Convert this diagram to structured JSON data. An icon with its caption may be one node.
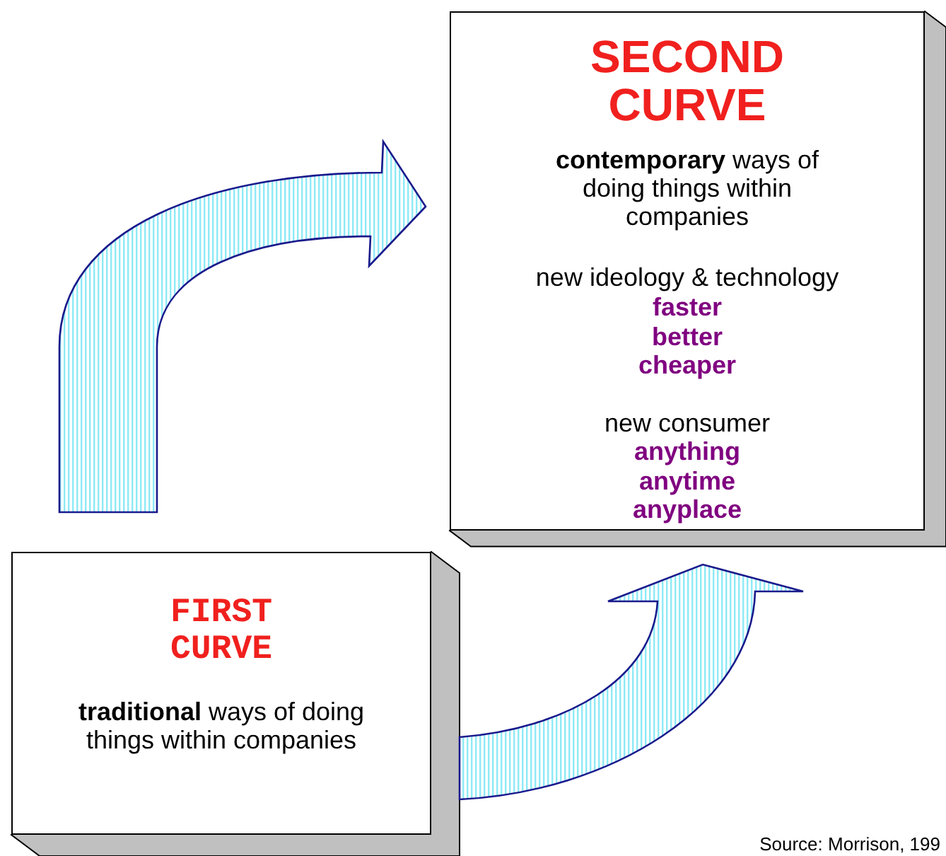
{
  "diagram": {
    "nodes": [
      {
        "text": [
          "SECOND CURVE",
          "**contemporary** ways of doing things within companies",
          "new ideology & technology",
          "faster",
          "better",
          "cheaper",
          "new consumer",
          "anything",
          "anytime",
          "anyplace"
        ]
      },
      {
        "text": [
          "FIRST CURVE",
          "**traditional** ways of doing things within companies"
        ]
      }
    ],
    "edges": [
      {
        "from": null,
        "to": 0,
        "arrow": "to"
      },
      {
        "from": 1,
        "to": null,
        "arrow": "to"
      }
    ],
    "labels": [
      "Source: Morrison, 199"
    ]
  }
}
